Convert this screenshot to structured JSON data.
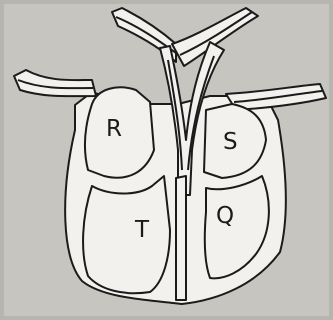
{
  "labels": {
    "r": "R",
    "s": "S",
    "t": "T",
    "q": "Q"
  },
  "colors": {
    "background": "#b7b5b0",
    "paper": "#c7c5c0",
    "line": "#1b1b1b",
    "wall": "#f2f1ee"
  }
}
